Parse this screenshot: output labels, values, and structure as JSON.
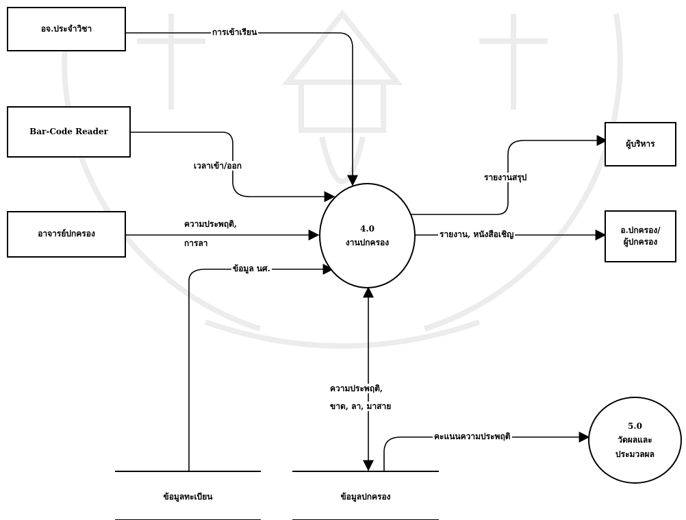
{
  "externals": {
    "instructor": "อจ.ประจำวิชา",
    "barcode_reader": "Bar-Code Reader",
    "advisor": "อาจารย์ปกครอง",
    "executive": "ผู้บริหาร",
    "guardian_line1": "อ.ปกครอง/",
    "guardian_line2": "ผู้ปกครอง"
  },
  "processes": {
    "p4_number": "4.0",
    "p4_name": "งานปกครอง",
    "p5_number": "5.0",
    "p5_name_line1": "วัดผลและ",
    "p5_name_line2": "ประมวลผล"
  },
  "stores": {
    "registration": "ข้อมูลทะเบียน",
    "discipline": "ข้อมูลปกครอง"
  },
  "flows": {
    "attendance": "การเข้าเรียน",
    "in_out_time": "เวลาเข้า/ออก",
    "behavior_leave_line1": "ความประพฤติ,",
    "behavior_leave_line2": "การลา",
    "student_data": "ข้อมูล นศ.",
    "summary_report": "รายงานสรุป",
    "report_invite": "รายงาน, หนังสือเชิญ",
    "behavior_absence_line1": "ความประพฤติ,",
    "behavior_absence_line2": "ขาด, ลา, มาสาย",
    "behavior_score": "คะแนนความประพฤติ"
  }
}
